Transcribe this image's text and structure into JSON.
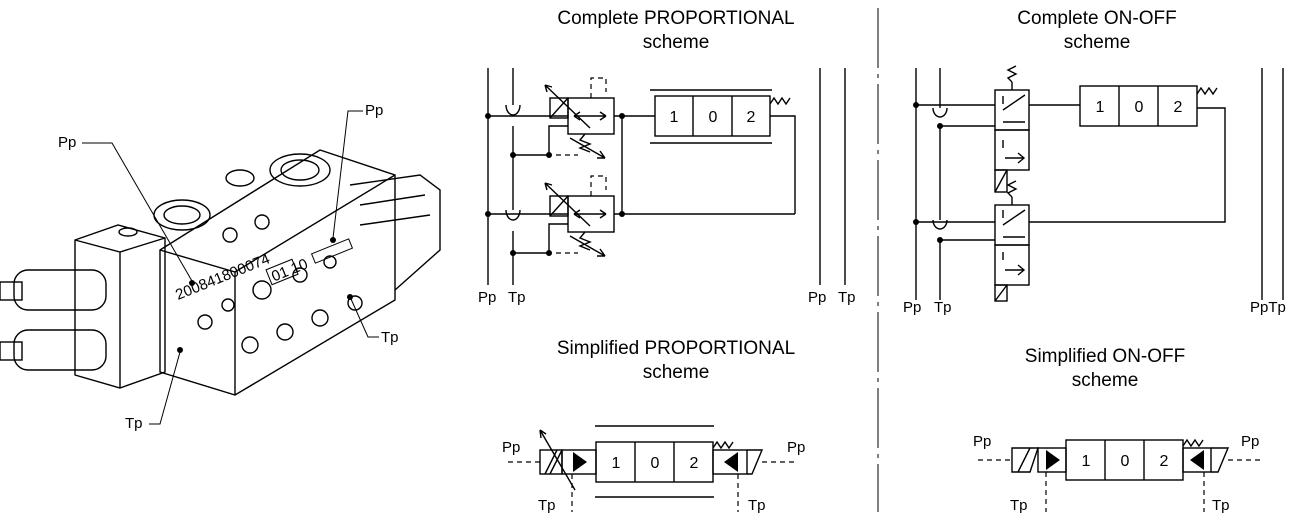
{
  "titles": {
    "complete_proportional": [
      "Complete PROPORTIONAL",
      "scheme"
    ],
    "complete_onoff": [
      "Complete ON-OFF",
      "scheme"
    ],
    "simplified_proportional": [
      "Simplified PROPORTIONAL",
      "scheme"
    ],
    "simplified_onoff": [
      "Simplified ON-OFF",
      "scheme"
    ]
  },
  "valve_photo": {
    "callouts": {
      "pp_left": "Pp",
      "pp_right": "Pp",
      "tp_right": "Tp",
      "tp_bottom": "Tp"
    },
    "engraved_serial": "200841800074",
    "engraved_code": "01 10"
  },
  "ports": {
    "pp": "Pp",
    "tp": "Tp",
    "pp_tp_compact": "PpTp"
  },
  "spool_positions": [
    "1",
    "0",
    "2"
  ],
  "colors": {
    "line": "#000000",
    "background": "#ffffff"
  }
}
